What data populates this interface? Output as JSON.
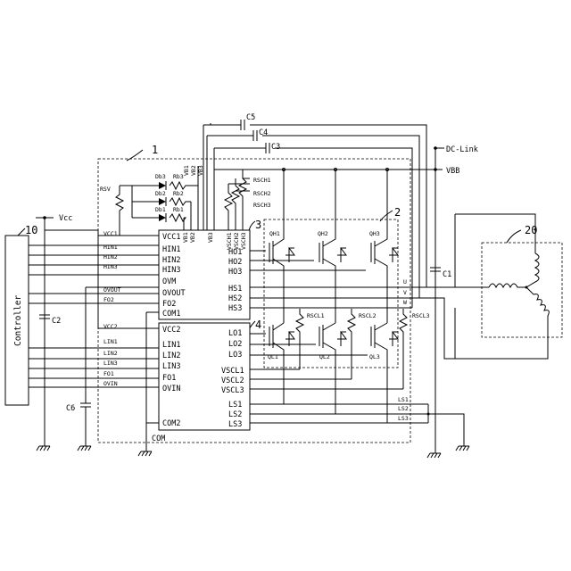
{
  "module_number": "1",
  "inverter_number": "2",
  "hvic_number": "3",
  "lvic_number": "4",
  "controller_number": "10",
  "motor_number": "20",
  "controller_label": "Controller",
  "vcc_label": "Vcc",
  "dclink_label": "DC-Link",
  "vbb_label": "VBB",
  "com_label": "COM",
  "capacitors": {
    "c1": "C1",
    "c2": "C2",
    "c3": "C3",
    "c4": "C4",
    "c5": "C5",
    "c6": "C6"
  },
  "resistors": {
    "rsv": "RSV",
    "rb1": "Rb1",
    "rb2": "Rb2",
    "rb3": "Rb3",
    "rsch1": "RSCH1",
    "rsch2": "RSCH2",
    "rsch3": "RSCH3",
    "rscl1": "RSCL1",
    "rscl2": "RSCL2",
    "rscl3": "RSCL3"
  },
  "diodes": {
    "db1": "Db1",
    "db2": "Db2",
    "db3": "Db3"
  },
  "transistors": {
    "qh1": "QH1",
    "qh2": "QH2",
    "qh3": "QH3",
    "ql1": "QL1",
    "ql2": "QL2",
    "ql3": "QL3"
  },
  "hvic_top_pins": [
    "VB1",
    "VB2",
    "VB3",
    "VSCH1",
    "VSCH2",
    "VSCH3"
  ],
  "hvic_left_pins": [
    "VCC1",
    "HIN1",
    "HIN2",
    "HIN3",
    "OVM",
    "OVOUT",
    "FO2",
    "COM1"
  ],
  "hvic_right_pins": [
    "HO1",
    "HO2",
    "HO3",
    "HS1",
    "HS2",
    "HS3"
  ],
  "lvic_left_pins": [
    "VCC2",
    "LIN1",
    "LIN2",
    "LIN3",
    "FO1",
    "OVIN",
    "COM2"
  ],
  "lvic_right_pins": [
    "LO1",
    "LO2",
    "LO3",
    "VSCL1",
    "VSCL2",
    "VSCL3",
    "LS1",
    "LS2",
    "LS3"
  ],
  "controller_signals": [
    "VCC1",
    "HIN1",
    "HIN2",
    "HIN3",
    "OVOUT",
    "FO2",
    "VCC2",
    "LIN1",
    "LIN2",
    "LIN3",
    "FO1",
    "OVIN"
  ],
  "ls_nodes": [
    "LS1",
    "LS2",
    "LS3"
  ],
  "phases": [
    "U",
    "V",
    "W"
  ],
  "vb_wire_labels": [
    "VB1",
    "VB2",
    "VB3"
  ]
}
